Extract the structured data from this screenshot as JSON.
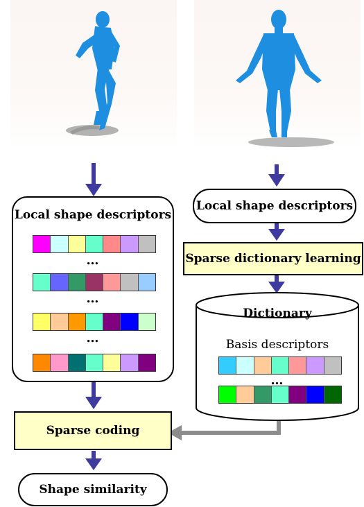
{
  "figures": {
    "left_name": "running-human-figure",
    "right_name": "standing-human-figure",
    "body_color": "#1e8ee0",
    "shadow_color": "#9a9a9a"
  },
  "left": {
    "panel_title": "Local shape descriptors",
    "dots": "…",
    "strips": [
      [
        "#ff00ff",
        "#ccffff",
        "#ffff99",
        "#66ffcc",
        "#ff8888",
        "#cc99ff",
        "#c0c0c0"
      ],
      [
        "#66ffcc",
        "#6666ff",
        "#339966",
        "#993366",
        "#ff9999",
        "#c0c0c0",
        "#99ccff"
      ],
      [
        "#ffff66",
        "#ffcc99",
        "#ff9900",
        "#66ffcc",
        "#800080",
        "#0000ff",
        "#ccffcc"
      ],
      [
        "#ff8800",
        "#ff99cc",
        "#007070",
        "#66ffcc",
        "#ffff99",
        "#cc99ff",
        "#800080"
      ]
    ]
  },
  "right": {
    "descriptor_label": "Local shape descriptors",
    "learning_label": "Sparse dictionary learning",
    "dictionary_title": "Dictionary",
    "basis_label": "Basis descriptors",
    "dots": "…",
    "strips": [
      [
        "#33ccff",
        "#ccffff",
        "#ffcc99",
        "#66ffcc",
        "#ff9999",
        "#cc99ff",
        "#c0c0c0"
      ],
      [
        "#00ff00",
        "#ffcc99",
        "#339966",
        "#66ffcc",
        "#800080",
        "#0000ff",
        "#006600"
      ]
    ]
  },
  "bottom": {
    "coding_label": "Sparse coding",
    "similarity_label": "Shape similarity"
  },
  "colors": {
    "arrow_blue": "#3f3a9e",
    "arrow_gray": "#8c8c8c",
    "yellow_box": "#ffffc8"
  }
}
